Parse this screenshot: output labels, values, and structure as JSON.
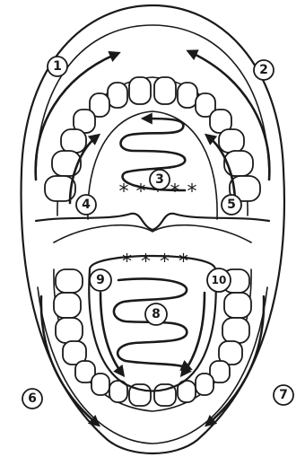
{
  "diagram": {
    "colors": {
      "ink": "#1a1a1a",
      "paper": "#ffffff"
    },
    "regions": [
      {
        "number": "1"
      },
      {
        "number": "2"
      },
      {
        "number": "3"
      },
      {
        "number": "4"
      },
      {
        "number": "5"
      },
      {
        "number": "6"
      },
      {
        "number": "7"
      },
      {
        "number": "8"
      },
      {
        "number": "9"
      },
      {
        "number": "10"
      }
    ],
    "upper_stars": "*****",
    "lower_stars": "****"
  }
}
